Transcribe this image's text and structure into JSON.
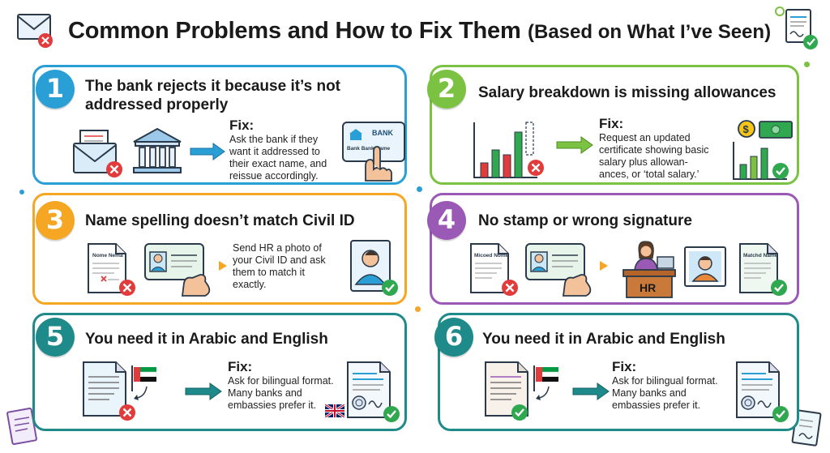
{
  "header": {
    "title": "Common Problems and How to Fix Them",
    "subtitle": "(Based on What I’ve Seen)"
  },
  "colors": {
    "blue": "#2a9fd6",
    "green": "#7cc242",
    "orange": "#f5a623",
    "purple": "#9b59b6",
    "teal": "#1f8a8a",
    "red_x": "#e23b3b",
    "green_check": "#2fa84f"
  },
  "cards": [
    {
      "number": "1",
      "heading_line1": "The bank rejects it because it’s not",
      "heading_line2": "addressed properly",
      "fix_label": "Fix:",
      "fix_text": "Ask the bank if they want it addressed to their exact name, and reissue accordingly.",
      "card_labels": [
        "BANK",
        "Bank Bank Name"
      ],
      "icons": [
        "envelope-icon",
        "bank-icon",
        "arrow-right-icon",
        "bank-card-icon",
        "pointing-hand-icon"
      ]
    },
    {
      "number": "2",
      "heading": "Salary breakdown is missing allowances",
      "fix_label": "Fix:",
      "fix_text": "Request an updated certificate showing basic salary plus allowan- ances, or ‘total salary.’",
      "icons": [
        "bar-chart-icon",
        "arrow-right-icon",
        "money-icon",
        "bar-chart-icon"
      ]
    },
    {
      "number": "3",
      "heading": "Name spelling doesn’t match Civil ID",
      "fix_text": "Send HR a photo of your Civil ID and ask them to match it exactly.",
      "doc_label": "Nome Nema",
      "icons": [
        "document-icon",
        "id-card-icon",
        "triangle-arrow-icon",
        "profile-photo-icon"
      ]
    },
    {
      "number": "4",
      "heading": "No stamp or wrong signature",
      "doc_label_left": "Micoed Nome",
      "doc_label_right": "Matchd Name",
      "hr_label": "HR",
      "icons": [
        "document-icon",
        "id-card-icon",
        "triangle-arrow-icon",
        "hr-desk-icon",
        "profile-photo-icon",
        "document-icon"
      ]
    },
    {
      "number": "5",
      "heading": "You need it in Arabic and English",
      "fix_label": "Fix:",
      "fix_text": "Ask for bilingual format. Many banks and embassies prefer it.",
      "icons": [
        "document-icon",
        "uae-flag-icon",
        "arrow-right-icon",
        "certificate-icon",
        "uk-flag-icon"
      ]
    },
    {
      "number": "6",
      "heading": "You need it in Arabic and English",
      "fix_label": "Fix:",
      "fix_text": "Ask for bilingual format. Many banks and embassies prefer it.",
      "icons": [
        "document-icon",
        "uae-flag-icon",
        "arrow-right-icon",
        "certificate-icon"
      ]
    }
  ]
}
